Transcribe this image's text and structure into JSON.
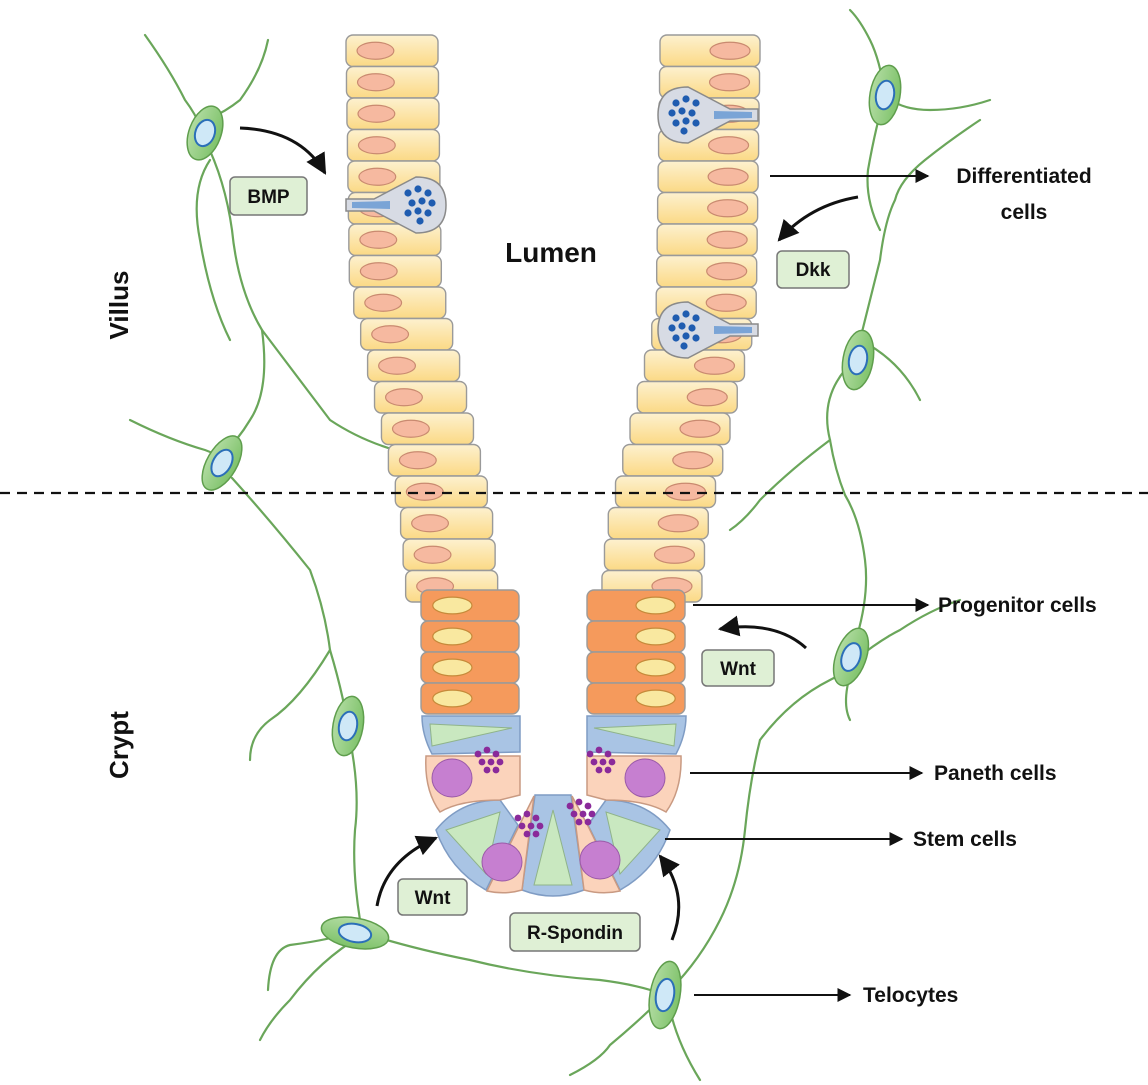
{
  "regions": {
    "villus": "Villus",
    "crypt": "Crypt",
    "lumen": "Lumen"
  },
  "signals": {
    "bmp": "BMP",
    "dkk": "Dkk",
    "wnt_right": "Wnt",
    "wnt_left": "Wnt",
    "rspondin": "R-Spondin"
  },
  "callouts": {
    "differentiated_line1": "Differentiated",
    "differentiated_line2": "cells",
    "progenitor": "Progenitor cells",
    "paneth": "Paneth cells",
    "stem": "Stem cells",
    "telocytes": "Telocytes"
  },
  "colors": {
    "differentiated_fill": "#fbd98a",
    "differentiated_fill_light": "#fdf0c8",
    "differentiated_nucleus": "#f6b9a0",
    "progenitor_fill": "#f59a5c",
    "progenitor_nucleus": "#f9e8a0",
    "stem_fill": "#a9c4e4",
    "stem_inner": "#c9e8c0",
    "paneth_fill": "#fbd3bb",
    "paneth_nucleus": "#c67fd0",
    "paneth_granule": "#8a2a9a",
    "goblet_fill": "#d7dbe4",
    "goblet_granule": "#1f5cb0",
    "telocyte_fill": "#8cca78",
    "telocyte_nucleus": "#cfe8f7",
    "signal_box": "#dff0d5",
    "cell_outline": "#9a9a9a"
  }
}
